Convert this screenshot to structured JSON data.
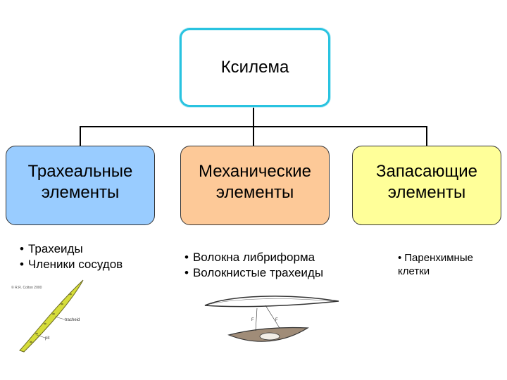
{
  "root": {
    "label": "Ксилема"
  },
  "categories": [
    {
      "label": "Трахеальные элементы",
      "items": [
        "Трахеиды",
        "Членики сосудов"
      ]
    },
    {
      "label": "Механические элементы",
      "items": [
        "Волокна либриформа",
        "Волокнистые трахеиды"
      ]
    },
    {
      "label": "Запасающие элементы",
      "items": [
        "Паренхимные клетки"
      ]
    }
  ],
  "illustrations": {
    "tracheid": {
      "copyright": "© R.R. Colton 2000",
      "label_tracheid": "tracheid",
      "label_pit": "pit"
    },
    "fibers": {
      "label_f": "F"
    }
  },
  "colors": {
    "root_border": "#29c3e0",
    "trach": "#99ccff",
    "mech": "#fdc998",
    "storage": "#ffff99"
  }
}
